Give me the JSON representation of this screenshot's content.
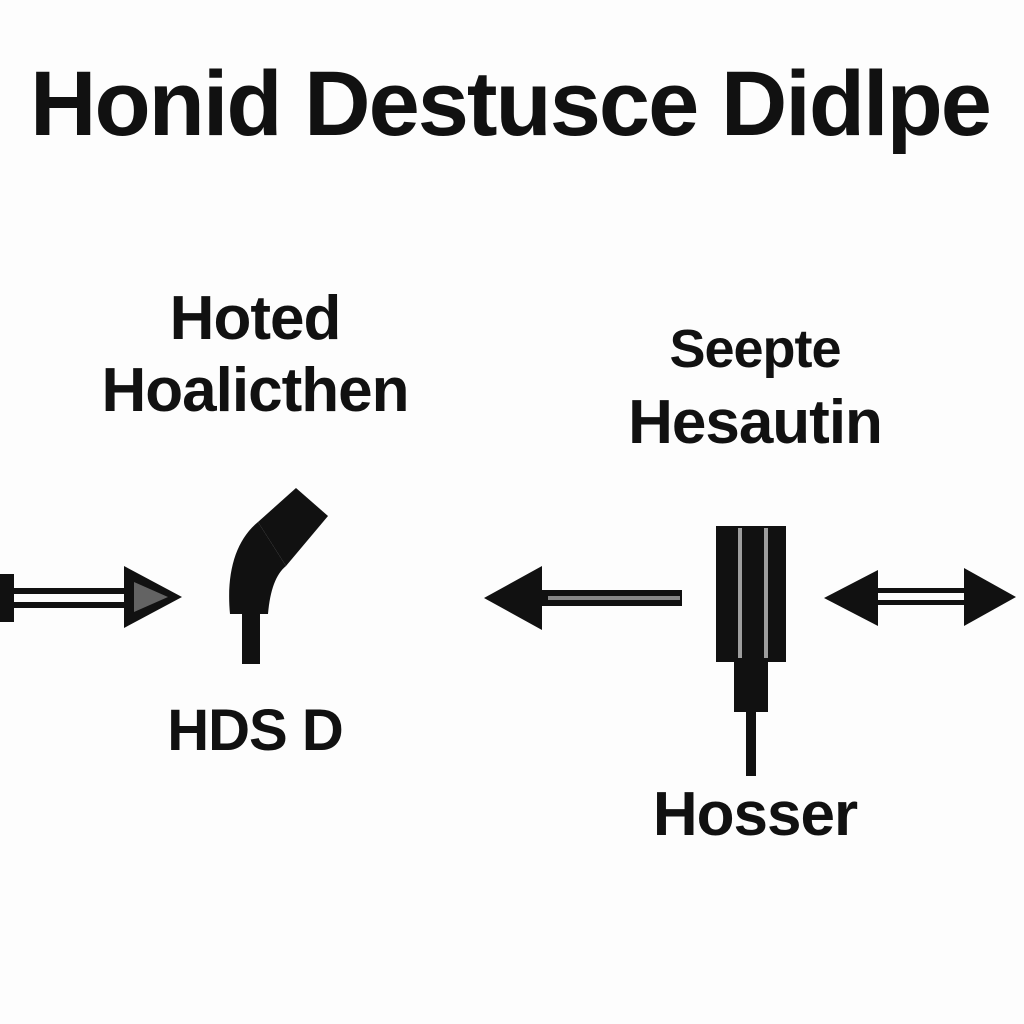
{
  "title": "Honid Destusce Didlpe",
  "left": {
    "heading_line1": "Hoted",
    "heading_line2": "Hoalicthen",
    "bottom_label": "HDS D"
  },
  "right": {
    "heading_line1": "Seepte",
    "heading_line2": "Hesautin",
    "bottom_label": "Hosser"
  },
  "colors": {
    "ink": "#111111",
    "background": "#fdfdfd"
  }
}
